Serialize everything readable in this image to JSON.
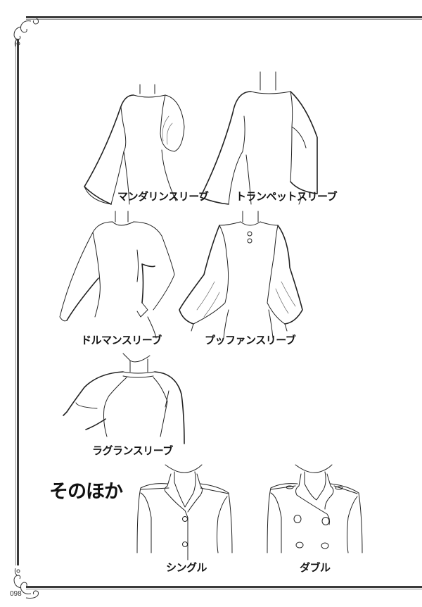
{
  "page": {
    "page_number": "098",
    "section_title": "そのほか"
  },
  "figures": [
    {
      "id": "mandarin",
      "label": "マンダリンスリーブ"
    },
    {
      "id": "trumpet",
      "label": "トランペットスリーブ"
    },
    {
      "id": "dolman",
      "label": "ドルマンスリーブ"
    },
    {
      "id": "puff",
      "label": "プッファンスリーブ"
    },
    {
      "id": "raglan",
      "label": "ラグランスリーブ"
    },
    {
      "id": "single",
      "label": "シングル"
    },
    {
      "id": "double",
      "label": "ダブル"
    }
  ],
  "style": {
    "frame_color": "#3a3a3a",
    "line_color": "#222222",
    "background": "#ffffff"
  }
}
